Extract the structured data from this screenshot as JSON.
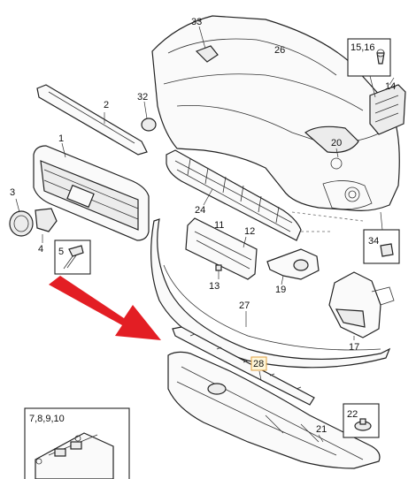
{
  "diagram": {
    "labels": {
      "p1": "1",
      "p2": "2",
      "p3": "3",
      "p4": "4",
      "p5": "5",
      "p11": "11",
      "p12": "12",
      "p13": "13",
      "p1516": "15,16",
      "p14": "14",
      "p17": "17",
      "p19": "19",
      "p20": "20",
      "p21": "21",
      "p22": "22",
      "p24": "24",
      "p26": "26",
      "p27": "27",
      "p28": "28",
      "p32": "32",
      "p33": "33",
      "p34": "34",
      "p78910": "7,8,9,10"
    },
    "colors": {
      "arrow": "#e31e24",
      "highlight_box": "#e0a040",
      "line": "#222222"
    }
  }
}
